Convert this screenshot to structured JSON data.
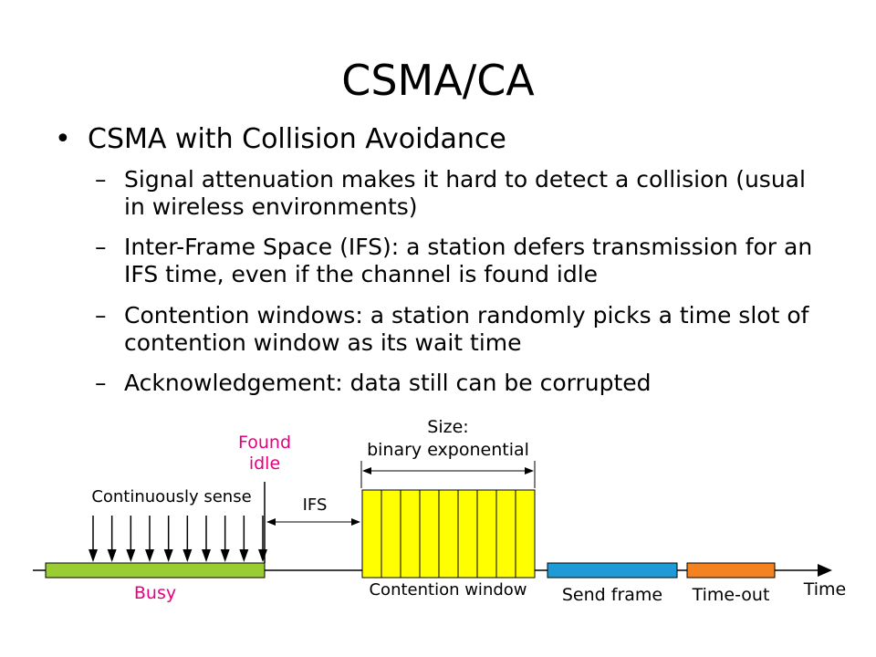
{
  "slide": {
    "title": "CSMA/CA",
    "bullet": "CSMA with Collision Avoidance",
    "subbullets": [
      "Signal attenuation makes it hard to detect a collision (usual in wireless environments)",
      "Inter-Frame Space (IFS): a station defers transmission for an IFS time, even if the channel is found idle",
      "Contention windows: a station randomly picks a time slot of contention window as its wait time",
      "Acknowledgement: data still can be corrupted"
    ],
    "bullet_glyph": "•",
    "dash_glyph": "–"
  },
  "diagram": {
    "found_idle": [
      "Found",
      "idle"
    ],
    "size_label": [
      "Size:",
      "binary exponential"
    ],
    "continuously_sense": "Continuously sense",
    "ifs": "IFS",
    "busy": "Busy",
    "contention_window": "Contention window",
    "send_frame": "Send frame",
    "time_out": "Time-out",
    "time": "Time",
    "colors": {
      "busy": "#9ACD32",
      "contention": "#FFFF00",
      "send_frame": "#1E9BD7",
      "time_out": "#F58220",
      "found_idle_text": "#E6007E",
      "busy_text": "#E6007E"
    },
    "sense_arrow_count": 10,
    "contention_slot_count": 9
  }
}
